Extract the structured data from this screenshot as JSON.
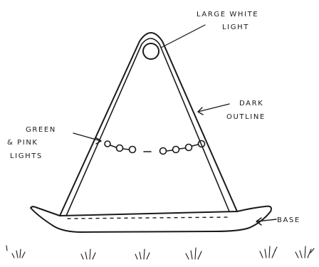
{
  "labels": {
    "large_white_light": [
      "LARGE WHITE",
      "LIGHT"
    ],
    "dark_outline": [
      "DARK",
      "OUTLINE"
    ],
    "green_pink_lights": [
      "GREEN",
      "& PINK",
      "LIGHTS"
    ],
    "base": "BASE"
  },
  "colors": {
    "ink": "#1a1a1a",
    "background": "#ffffff"
  }
}
